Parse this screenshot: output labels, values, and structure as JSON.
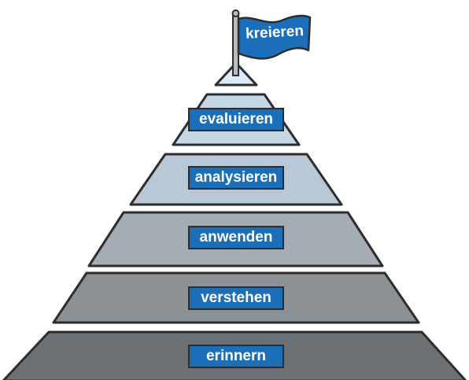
{
  "pyramid": {
    "flag_label": "kreieren",
    "levels": [
      {
        "label": "evaluieren"
      },
      {
        "label": "analysieren"
      },
      {
        "label": "anwenden"
      },
      {
        "label": "verstehen"
      },
      {
        "label": "erinnern"
      }
    ]
  },
  "colors": {
    "outline": "#2d2d2d",
    "label_fill": "#1a6fb8",
    "label_text": "#ffffff",
    "flag_fill": "#1a6fb8",
    "apex_fill": "#dbeaf6",
    "level_fills": [
      "#c6d7e6",
      "#b9c8d6",
      "#a5acb3",
      "#8c9196",
      "#6c7176"
    ]
  }
}
